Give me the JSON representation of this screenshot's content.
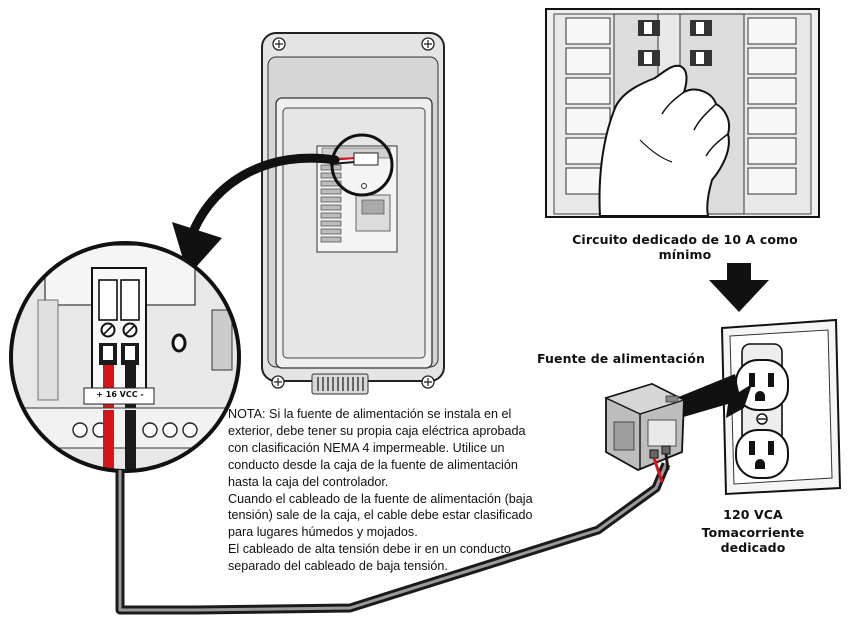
{
  "labels": {
    "breaker_caption": "Circuito dedicado de 10 A como mínimo",
    "power_supply": "Fuente de alimentación",
    "outlet_voltage": "120 VCA",
    "outlet_caption": "Tomacorriente dedicado",
    "terminal_label": "+ 16 VCC -"
  },
  "note": {
    "lines": [
      "NOTA: Si la fuente de alimentación se instala en el",
      "exterior, debe tener su propia caja eléctrica aprobada",
      "con clasificación NEMA 4 impermeable. Utilice un",
      "conducto desde la caja de la fuente de alimentación",
      "hasta la caja del controlador.",
      "Cuando el cableado de la fuente de alimentación (baja",
      "tensión) sale de la caja, el cable debe estar clasificado",
      "para lugares húmedos y mojados.",
      "El cableado de alta tensión debe ir en un conducto",
      "separado del cableado de baja tensión."
    ]
  },
  "colors": {
    "wire_red": "#d8141b",
    "wire_black": "#1a1a1a",
    "housing": "#e2e2e2",
    "outline": "#222222"
  }
}
